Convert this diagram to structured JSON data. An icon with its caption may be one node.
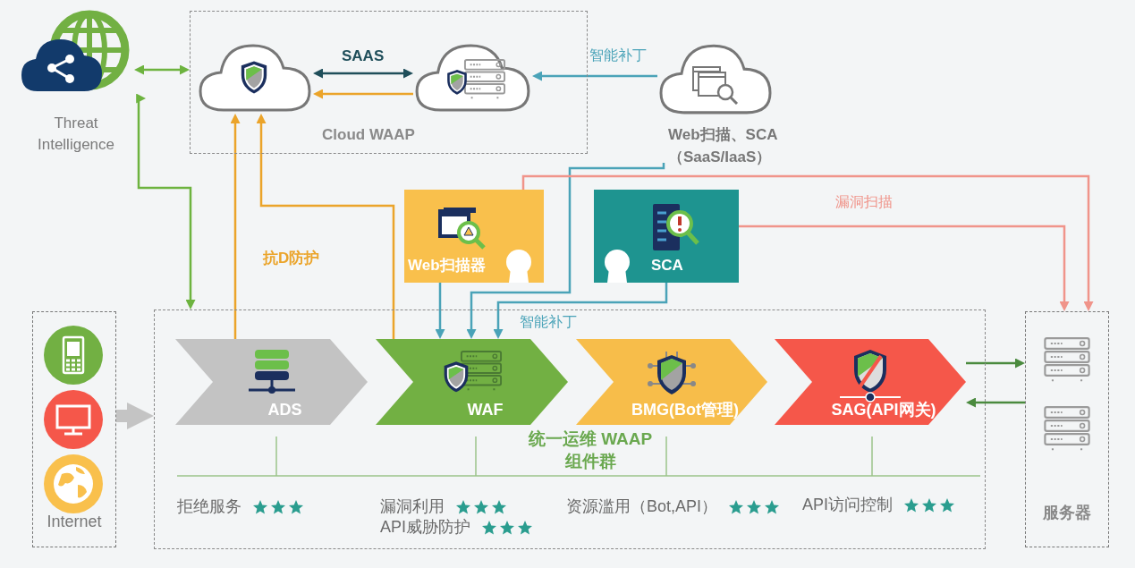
{
  "diagram": {
    "nodes": [
      {
        "text": [
          "Threat Intelligence"
        ]
      },
      {
        "text": [
          "Cloud WAAP"
        ]
      },
      {
        "text": [],
        "shape": "cloud",
        "in": 1
      },
      {
        "text": [],
        "shape": "cloud",
        "in": 1
      },
      {
        "text": [
          "Web扫描、SCA （SaaS/IaaS）"
        ]
      },
      {
        "text": [
          "Web扫描器"
        ]
      },
      {
        "text": [
          "SCA"
        ]
      },
      {
        "text": [
          "Internet"
        ]
      },
      {
        "text": [
          "统一运维 WAAP组件群"
        ]
      },
      {
        "text": [
          "ADS"
        ],
        "in": 8
      },
      {
        "text": [
          "WAF"
        ],
        "in": 8
      },
      {
        "text": [
          "BMG(Bot管理)"
        ],
        "in": 8
      },
      {
        "text": [
          "SAG(API网关)"
        ],
        "in": 8
      },
      {
        "text": [
          "服务器"
        ]
      }
    ],
    "edges": [
      {
        "from": 0,
        "to": 1,
        "arrow": "both",
        "color": "#6db33f"
      },
      {
        "from": 0,
        "to": 8,
        "arrow": "both",
        "color": "#6db33f"
      },
      {
        "from": 2,
        "to": 3,
        "arrow": "both",
        "label": "SAAS",
        "color": "#1f4e5a"
      },
      {
        "from": 3,
        "to": 2,
        "arrow": "to",
        "color": "#eba42a"
      },
      {
        "from": 4,
        "to": 3,
        "arrow": "to",
        "label": "智能补丁",
        "color": "#4aa3b8"
      },
      {
        "from": 9,
        "to": 2,
        "arrow": "to",
        "label": "抗D防护",
        "color": "#eba42a"
      },
      {
        "from": 10,
        "to": 2,
        "arrow": "to",
        "color": "#eba42a"
      },
      {
        "from": 4,
        "to": 10,
        "arrow": "to",
        "color": "#4aa3b8"
      },
      {
        "from": 5,
        "to": 10,
        "arrow": "to",
        "color": "#4aa3b8"
      },
      {
        "from": 6,
        "to": 10,
        "arrow": "to",
        "label": "智能补丁",
        "color": "#4aa3b8"
      },
      {
        "from": 5,
        "to": 13,
        "arrow": "to",
        "color": "#f0948a"
      },
      {
        "from": 6,
        "to": 13,
        "arrow": "to",
        "label": "漏洞扫描",
        "color": "#f0948a"
      },
      {
        "from": 12,
        "to": 13,
        "arrow": "to",
        "color": "#4a8a3e"
      },
      {
        "from": 13,
        "to": 12,
        "arrow": "to",
        "color": "#4a8a3e"
      },
      {
        "from": 7,
        "to": 8,
        "arrow": "to",
        "style": "thick",
        "color": "#c4c4c4"
      }
    ],
    "labels": [
      "拒绝服务",
      "漏洞利用",
      "API威胁防护",
      "资源滥用（Bot,API）",
      "API访问控制"
    ]
  }
}
